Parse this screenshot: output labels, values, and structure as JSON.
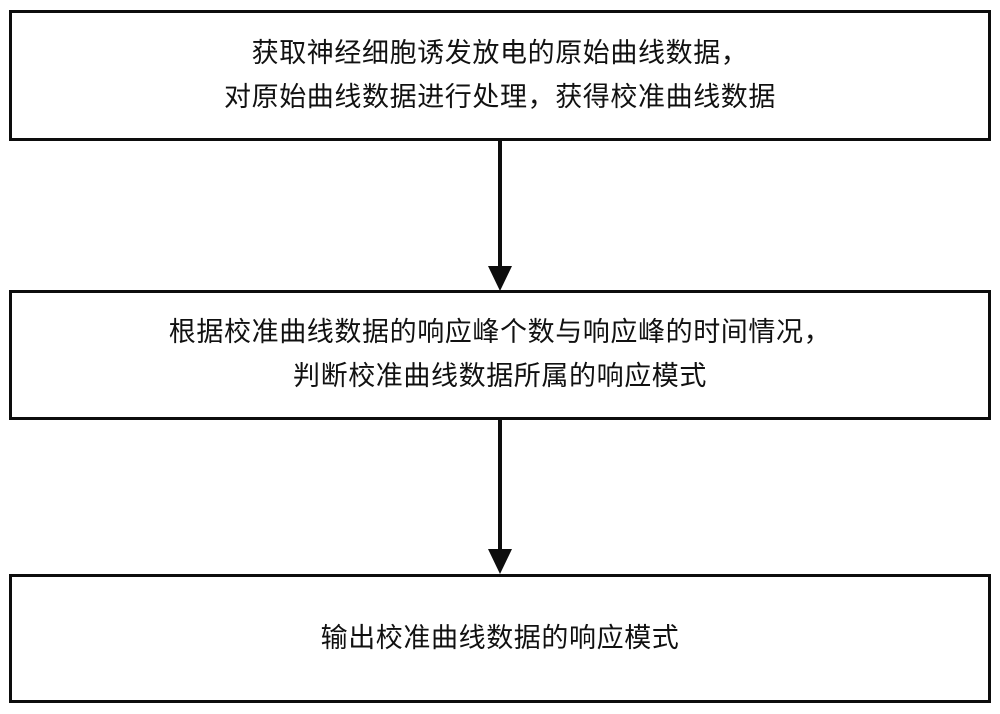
{
  "diagram": {
    "type": "flowchart",
    "orientation": "vertical",
    "colors": {
      "background": "#ffffff",
      "stroke": "#0d0d0d",
      "text": "#111111"
    },
    "nodes": [
      {
        "id": "step-1",
        "shape": "rectangle",
        "lines": [
          "获取神经细胞诱发放电的原始曲线数据，",
          "对原始曲线数据进行处理，获得校准曲线数据"
        ]
      },
      {
        "id": "step-2",
        "shape": "rectangle",
        "lines": [
          "根据校准曲线数据的响应峰个数与响应峰的时间情况，",
          "判断校准曲线数据所属的响应模式"
        ]
      },
      {
        "id": "step-3",
        "shape": "rectangle",
        "lines": [
          "输出校准曲线数据的响应模式"
        ]
      }
    ],
    "edges": [
      {
        "id": "edge-1",
        "from": "step-1",
        "to": "step-2",
        "style": "solid",
        "arrowhead": "filled-triangle",
        "label": ""
      },
      {
        "id": "edge-2",
        "from": "step-2",
        "to": "step-3",
        "style": "solid",
        "arrowhead": "filled-triangle",
        "label": ""
      }
    ]
  }
}
